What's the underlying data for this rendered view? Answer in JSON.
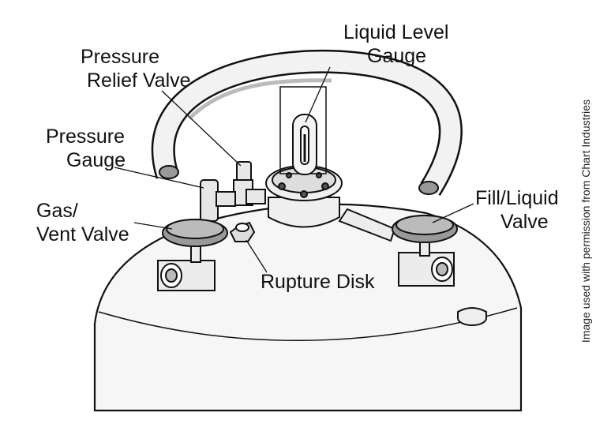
{
  "labels": {
    "liquid_level_gauge": [
      "Liquid Level",
      "Gauge"
    ],
    "pressure_relief_valve": [
      "Pressure",
      "Relief Valve"
    ],
    "pressure_gauge": [
      "Pressure",
      "Gauge"
    ],
    "gas_vent_valve": [
      "Gas/",
      "Vent Valve"
    ],
    "fill_liquid_valve": [
      "Fill/Liquid",
      "Valve"
    ],
    "rupture_disk": "Rupture Disk"
  },
  "credit": "Image used with permission from Chart Industries"
}
